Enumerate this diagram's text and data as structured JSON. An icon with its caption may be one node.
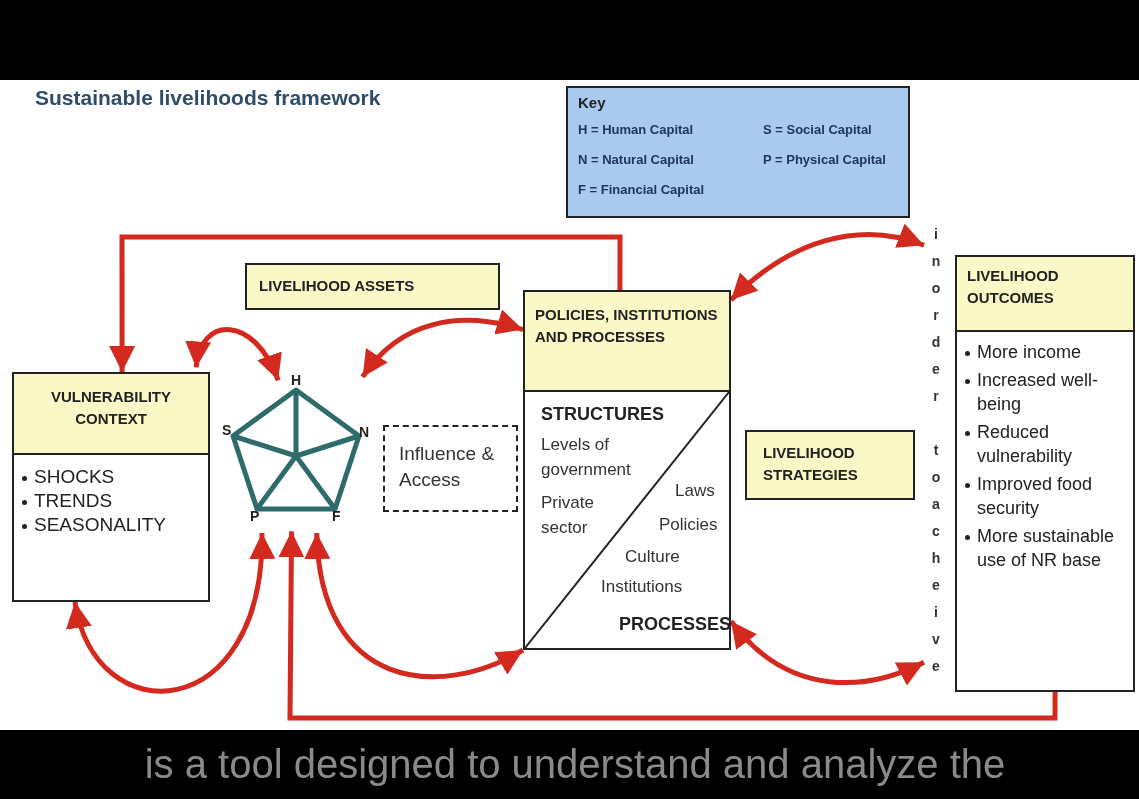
{
  "diagram": {
    "title": "Sustainable livelihoods framework",
    "nodes": [
      {
        "text": [
          "Key",
          "H = Human Capital",
          "S = Social Capital",
          "N = Natural Capital",
          "P = Physical Capital",
          "F = Financial Capital"
        ]
      },
      {
        "text": [
          "LIVELIHOOD ASSETS"
        ]
      },
      {
        "text": [
          "VULNERABILITY CONTEXT",
          "SHOCKS",
          "TRENDS",
          "SEASONALITY"
        ]
      },
      {
        "text": [],
        "shape": "pentagon",
        "beside": [
          "H",
          "S",
          "N",
          "P",
          "F"
        ]
      },
      {
        "text": [
          "Influence & Access"
        ]
      },
      {
        "text": [
          "POLICIES, INSTITUTIONS AND PROCESSES",
          "STRUCTURES",
          "Levels of government",
          "Private sector",
          "Laws",
          "Policies",
          "Culture",
          "Institutions",
          "PROCESSES"
        ]
      },
      {
        "text": [
          "LIVELIHOOD STRATEGIES"
        ]
      },
      {
        "text": [
          "LIVELIHOOD OUTCOMES",
          "More income",
          "Increased well-being",
          "Reduced vulnerability",
          "Improved food security",
          "More sustainable use of NR base"
        ]
      },
      {
        "text": [
          "inorder toacheive"
        ]
      }
    ],
    "edges": [
      {
        "from": 5,
        "to": 2,
        "arrow": "to"
      },
      {
        "from": 2,
        "to": 3,
        "arrow": "both"
      },
      {
        "from": 3,
        "to": 5,
        "arrow": "both"
      },
      {
        "from": 2,
        "to": 3,
        "arrow": "both"
      },
      {
        "from": 3,
        "to": 5,
        "arrow": "both"
      },
      {
        "from": 5,
        "to": 8,
        "arrow": "both"
      },
      {
        "from": 5,
        "to": 8,
        "arrow": "both"
      },
      {
        "from": 7,
        "to": 3,
        "arrow": "to"
      }
    ],
    "labels": [
      "is a tool designed to understand and analyze the"
    ]
  }
}
